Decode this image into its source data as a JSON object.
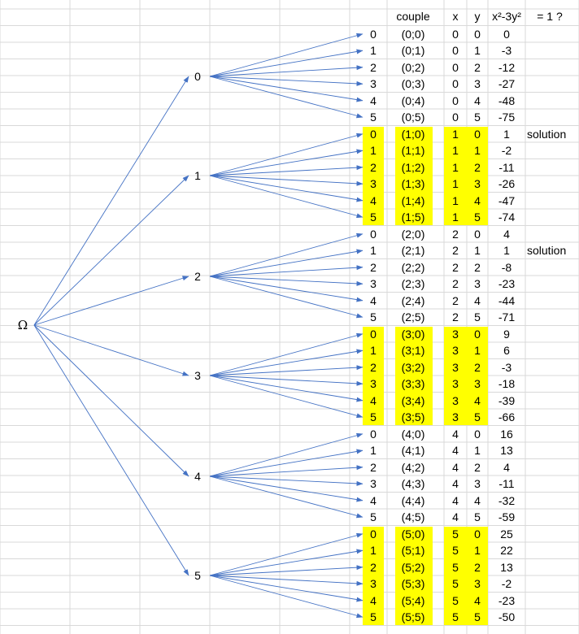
{
  "headers": {
    "couple": "couple",
    "x": "x",
    "y": "y",
    "expr": "x²-3y²",
    "test": "= 1 ?"
  },
  "root_label": "Ω",
  "level1_labels": [
    "0",
    "1",
    "2",
    "3",
    "4",
    "5"
  ],
  "highlight_color": "#ffff00",
  "grid_color": "#d9d9d9",
  "arrow_color": "#4472c4",
  "rows": [
    {
      "leaf": "0",
      "couple": "(0;0)",
      "x": "0",
      "y": "0",
      "value": "0",
      "note": ""
    },
    {
      "leaf": "1",
      "couple": "(0;1)",
      "x": "0",
      "y": "1",
      "value": "-3",
      "note": ""
    },
    {
      "leaf": "2",
      "couple": "(0;2)",
      "x": "0",
      "y": "2",
      "value": "-12",
      "note": ""
    },
    {
      "leaf": "3",
      "couple": "(0;3)",
      "x": "0",
      "y": "3",
      "value": "-27",
      "note": ""
    },
    {
      "leaf": "4",
      "couple": "(0;4)",
      "x": "0",
      "y": "4",
      "value": "-48",
      "note": ""
    },
    {
      "leaf": "5",
      "couple": "(0;5)",
      "x": "0",
      "y": "5",
      "value": "-75",
      "note": ""
    },
    {
      "leaf": "0",
      "couple": "(1;0)",
      "x": "1",
      "y": "0",
      "value": "1",
      "note": "solution"
    },
    {
      "leaf": "1",
      "couple": "(1;1)",
      "x": "1",
      "y": "1",
      "value": "-2",
      "note": ""
    },
    {
      "leaf": "2",
      "couple": "(1;2)",
      "x": "1",
      "y": "2",
      "value": "-11",
      "note": ""
    },
    {
      "leaf": "3",
      "couple": "(1;3)",
      "x": "1",
      "y": "3",
      "value": "-26",
      "note": ""
    },
    {
      "leaf": "4",
      "couple": "(1;4)",
      "x": "1",
      "y": "4",
      "value": "-47",
      "note": ""
    },
    {
      "leaf": "5",
      "couple": "(1;5)",
      "x": "1",
      "y": "5",
      "value": "-74",
      "note": ""
    },
    {
      "leaf": "0",
      "couple": "(2;0)",
      "x": "2",
      "y": "0",
      "value": "4",
      "note": ""
    },
    {
      "leaf": "1",
      "couple": "(2;1)",
      "x": "2",
      "y": "1",
      "value": "1",
      "note": "solution"
    },
    {
      "leaf": "2",
      "couple": "(2;2)",
      "x": "2",
      "y": "2",
      "value": "-8",
      "note": ""
    },
    {
      "leaf": "3",
      "couple": "(2;3)",
      "x": "2",
      "y": "3",
      "value": "-23",
      "note": ""
    },
    {
      "leaf": "4",
      "couple": "(2;4)",
      "x": "2",
      "y": "4",
      "value": "-44",
      "note": ""
    },
    {
      "leaf": "5",
      "couple": "(2;5)",
      "x": "2",
      "y": "5",
      "value": "-71",
      "note": ""
    },
    {
      "leaf": "0",
      "couple": "(3;0)",
      "x": "3",
      "y": "0",
      "value": "9",
      "note": ""
    },
    {
      "leaf": "1",
      "couple": "(3;1)",
      "x": "3",
      "y": "1",
      "value": "6",
      "note": ""
    },
    {
      "leaf": "2",
      "couple": "(3;2)",
      "x": "3",
      "y": "2",
      "value": "-3",
      "note": ""
    },
    {
      "leaf": "3",
      "couple": "(3;3)",
      "x": "3",
      "y": "3",
      "value": "-18",
      "note": ""
    },
    {
      "leaf": "4",
      "couple": "(3;4)",
      "x": "3",
      "y": "4",
      "value": "-39",
      "note": ""
    },
    {
      "leaf": "5",
      "couple": "(3;5)",
      "x": "3",
      "y": "5",
      "value": "-66",
      "note": ""
    },
    {
      "leaf": "0",
      "couple": "(4;0)",
      "x": "4",
      "y": "0",
      "value": "16",
      "note": ""
    },
    {
      "leaf": "1",
      "couple": "(4;1)",
      "x": "4",
      "y": "1",
      "value": "13",
      "note": ""
    },
    {
      "leaf": "2",
      "couple": "(4;2)",
      "x": "4",
      "y": "2",
      "value": "4",
      "note": ""
    },
    {
      "leaf": "3",
      "couple": "(4;3)",
      "x": "4",
      "y": "3",
      "value": "-11",
      "note": ""
    },
    {
      "leaf": "4",
      "couple": "(4;4)",
      "x": "4",
      "y": "4",
      "value": "-32",
      "note": ""
    },
    {
      "leaf": "5",
      "couple": "(4;5)",
      "x": "4",
      "y": "5",
      "value": "-59",
      "note": ""
    },
    {
      "leaf": "0",
      "couple": "(5;0)",
      "x": "5",
      "y": "0",
      "value": "25",
      "note": ""
    },
    {
      "leaf": "1",
      "couple": "(5;1)",
      "x": "5",
      "y": "1",
      "value": "22",
      "note": ""
    },
    {
      "leaf": "2",
      "couple": "(5;2)",
      "x": "5",
      "y": "2",
      "value": "13",
      "note": ""
    },
    {
      "leaf": "3",
      "couple": "(5;3)",
      "x": "5",
      "y": "3",
      "value": "-2",
      "note": ""
    },
    {
      "leaf": "4",
      "couple": "(5;4)",
      "x": "5",
      "y": "4",
      "value": "-23",
      "note": ""
    },
    {
      "leaf": "5",
      "couple": "(5;5)",
      "x": "5",
      "y": "5",
      "value": "-50",
      "note": ""
    }
  ]
}
